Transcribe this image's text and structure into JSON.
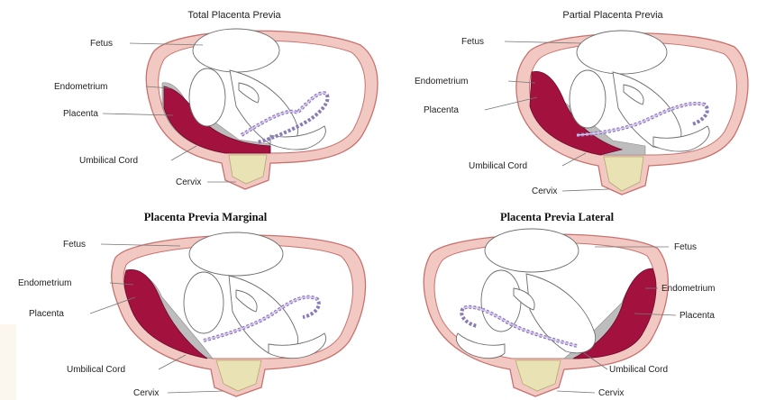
{
  "panels": [
    {
      "title": "Total Placenta Previa",
      "labels": {
        "fetus": "Fetus",
        "endometrium": "Endometrium",
        "placenta": "Placenta",
        "umbilical_cord": "Umbilical Cord",
        "cervix": "Cervix"
      }
    },
    {
      "title": "Partial Placenta Previa",
      "labels": {
        "fetus": "Fetus",
        "endometrium": "Endometrium",
        "placenta": "Placenta",
        "umbilical_cord": "Umbilical Cord",
        "cervix": "Cervix"
      }
    },
    {
      "title": "Placenta Previa Marginal",
      "labels": {
        "fetus": "Fetus",
        "endometrium": "Endometrium",
        "placenta": "Placenta",
        "umbilical_cord": "Umbilical Cord",
        "cervix": "Cervix"
      }
    },
    {
      "title": "Placenta Previa Lateral",
      "labels": {
        "fetus": "Fetus",
        "endometrium": "Endometrium",
        "placenta": "Placenta",
        "umbilical_cord": "Umbilical Cord",
        "cervix": "Cervix"
      }
    }
  ],
  "colors": {
    "placenta": "#a3123f",
    "uterine_wall": "#f2c9c2",
    "endometrium": "#bdbdbd",
    "cervix": "#e9e2b4",
    "umbilical_cord": "#8a7bb8"
  }
}
